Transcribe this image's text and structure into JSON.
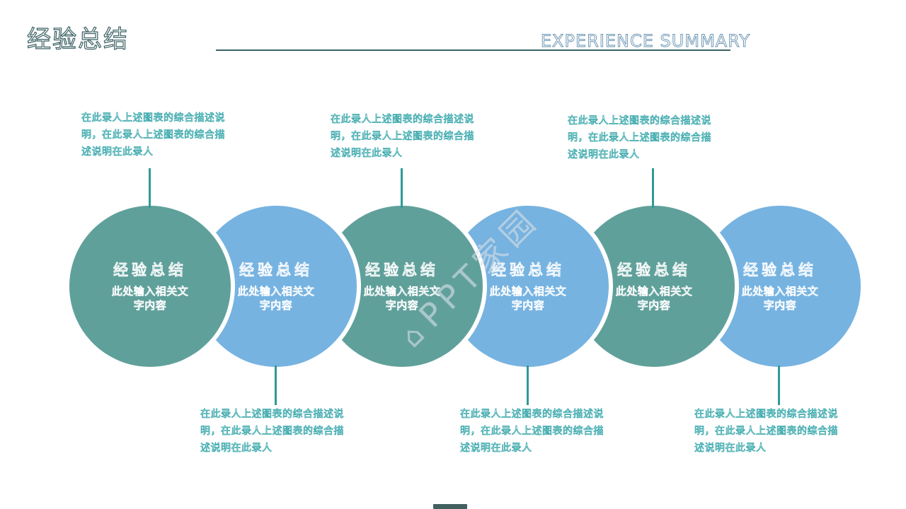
{
  "header": {
    "title": "经验总结",
    "subtitle": "EXPERIENCE SUMMARY"
  },
  "description_text": "在此录人上述图表的综合描述说明，在此录人上述图表的综合描述说明在此录人",
  "circles": [
    {
      "title": "经验总结",
      "subtitle": "此处输入相关文字内容",
      "color": "#60a09b",
      "connector": "top"
    },
    {
      "title": "经验总结",
      "subtitle": "此处输入相关文字内容",
      "color": "#76b3e1",
      "connector": "bottom"
    },
    {
      "title": "经验总结",
      "subtitle": "此处输入相关文字内容",
      "color": "#60a09b",
      "connector": "top"
    },
    {
      "title": "经验总结",
      "subtitle": "此处输入相关文字内容",
      "color": "#76b3e1",
      "connector": "bottom"
    },
    {
      "title": "经验总结",
      "subtitle": "此处输入相关文字内容",
      "color": "#60a09b",
      "connector": "top"
    },
    {
      "title": "经验总结",
      "subtitle": "此处输入相关文字内容",
      "color": "#76b3e1",
      "connector": "bottom"
    }
  ],
  "watermark": {
    "text": "PPT家园"
  },
  "colors": {
    "circle_teal": "#60a09b",
    "circle_blue": "#76b3e1",
    "connector_teal": "#2e9a96",
    "description_text": "#38a7ab",
    "header_title": "#3a5f63",
    "header_subtitle": "#6490ae",
    "header_rule": "#3a6365"
  }
}
